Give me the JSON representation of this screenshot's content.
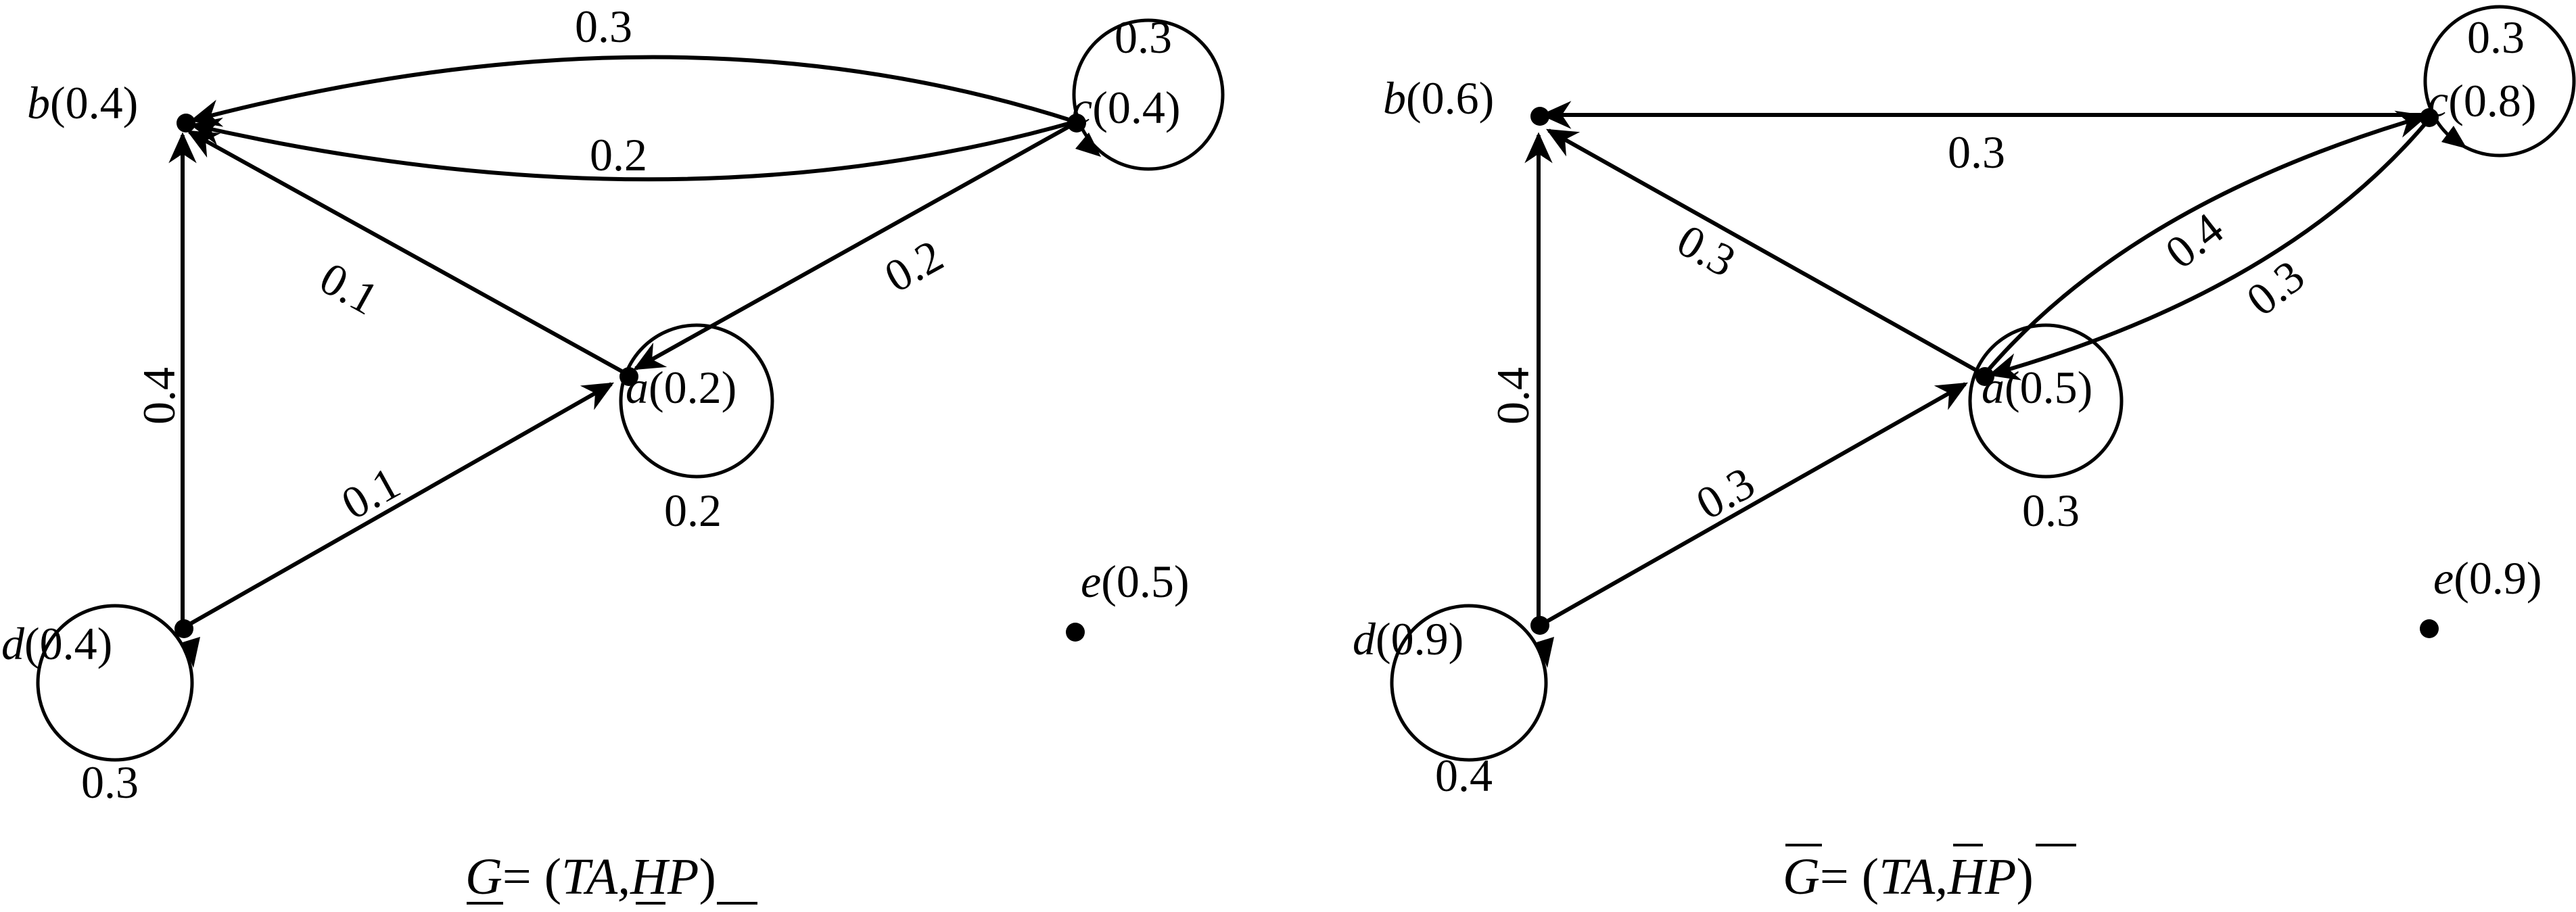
{
  "graphs": [
    {
      "id": "left",
      "caption": {
        "G": "G",
        "eq": "= (",
        "T": "T",
        "A": "A,",
        "H": "H",
        "P": "P",
        "close": ")",
        "bar": "under"
      },
      "nodes": [
        {
          "id": "a",
          "name": "a",
          "value": "(0.2)"
        },
        {
          "id": "b",
          "name": "b",
          "value": "(0.4)"
        },
        {
          "id": "c",
          "name": "c",
          "value": "(0.4)"
        },
        {
          "id": "d",
          "name": "d",
          "value": "(0.4)"
        },
        {
          "id": "e",
          "name": "e",
          "value": "(0.5)"
        }
      ],
      "edges": [
        {
          "from": "c",
          "to": "b",
          "weight": "0.3"
        },
        {
          "from": "c",
          "to": "b",
          "weight": "0.2"
        },
        {
          "from": "a",
          "to": "b",
          "weight": "0.1"
        },
        {
          "from": "c",
          "to": "a",
          "weight": "0.2"
        },
        {
          "from": "d",
          "to": "a",
          "weight": "0.1"
        },
        {
          "from": "d",
          "to": "b",
          "weight": "0.4"
        }
      ],
      "loops": [
        {
          "node": "a",
          "weight": "0.2"
        },
        {
          "node": "c",
          "weight": "0.3"
        },
        {
          "node": "d",
          "weight": "0.3"
        }
      ]
    },
    {
      "id": "right",
      "caption": {
        "G": "G",
        "eq": "= (",
        "T": "T",
        "A": "A,",
        "H": "H",
        "P": "P",
        "close": ")",
        "bar": "over"
      },
      "nodes": [
        {
          "id": "a",
          "name": "a",
          "value": "(0.5)"
        },
        {
          "id": "b",
          "name": "b",
          "value": "(0.6)"
        },
        {
          "id": "c",
          "name": "c",
          "value": "(0.8)"
        },
        {
          "id": "d",
          "name": "d",
          "value": "(0.9)"
        },
        {
          "id": "e",
          "name": "e",
          "value": "(0.9)"
        }
      ],
      "edges": [
        {
          "from": "c",
          "to": "b",
          "weight": "0.3"
        },
        {
          "from": "a",
          "to": "b",
          "weight": "0.3"
        },
        {
          "from": "a",
          "to": "c",
          "weight": "0.4"
        },
        {
          "from": "c",
          "to": "a",
          "weight": "0.3"
        },
        {
          "from": "d",
          "to": "a",
          "weight": "0.3"
        },
        {
          "from": "d",
          "to": "b",
          "weight": "0.4"
        }
      ],
      "loops": [
        {
          "node": "a",
          "weight": "0.3"
        },
        {
          "node": "c",
          "weight": "0.3"
        },
        {
          "node": "d",
          "weight": "0.4"
        }
      ]
    }
  ]
}
